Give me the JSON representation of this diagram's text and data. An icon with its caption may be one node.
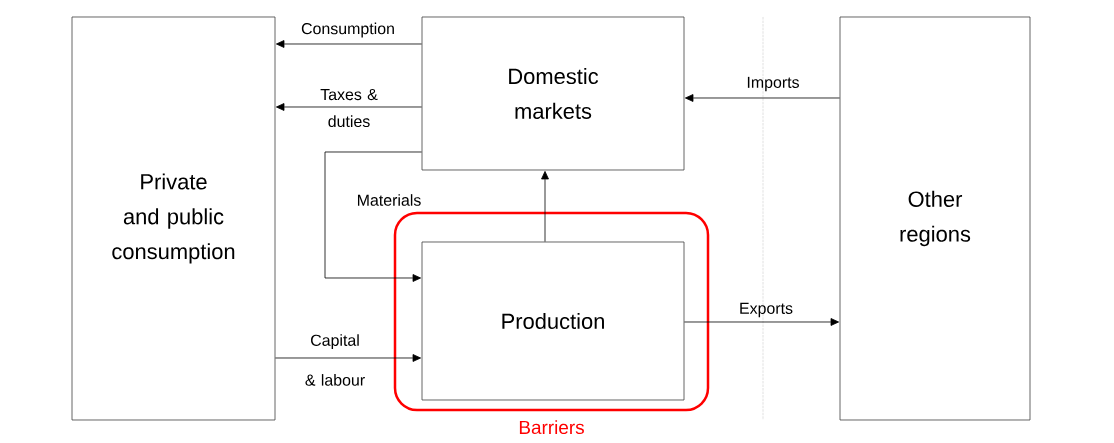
{
  "diagram": {
    "nodes": [
      {
        "text": [
          "Private and public consumption"
        ]
      },
      {
        "text": [
          "Domestic markets"
        ]
      },
      {
        "text": [
          "Other regions"
        ]
      },
      {
        "text": [
          "Barriers"
        ]
      },
      {
        "text": [
          "Production"
        ],
        "in": 3
      }
    ],
    "edges": [
      {
        "from": 1,
        "to": 0,
        "arrow": "to",
        "label": "Consumption"
      },
      {
        "from": 1,
        "to": 0,
        "arrow": "to",
        "label": "Taxes & duties"
      },
      {
        "from": 1,
        "to": 4,
        "arrow": "to",
        "label": "Materials"
      },
      {
        "from": 4,
        "to": 1,
        "arrow": "to"
      },
      {
        "from": 0,
        "to": 4,
        "arrow": "to",
        "label": "Capital & labour"
      },
      {
        "from": 2,
        "to": 1,
        "arrow": "to",
        "label": "Imports"
      },
      {
        "from": 4,
        "to": 2,
        "arrow": "to",
        "label": "Exports"
      }
    ]
  }
}
